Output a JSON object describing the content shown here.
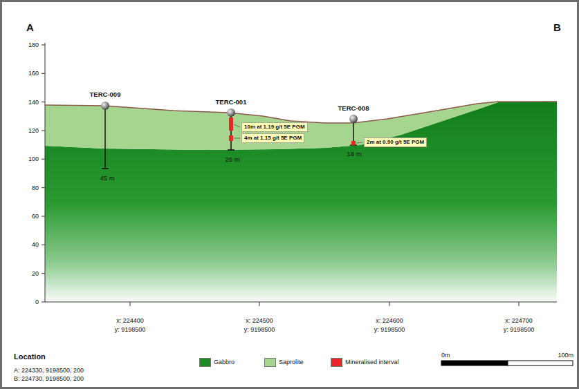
{
  "diagram": {
    "nodes": [
      {
        "text": [
          "10m at 1.19 g/t 5E PGM"
        ]
      },
      {
        "text": [
          "4m at 1.15 g/t 5E PGM"
        ]
      },
      {
        "text": [
          "2m at 0.90 g/t 5E PGM"
        ]
      }
    ],
    "labels": [
      "A",
      "B",
      "180",
      "160",
      "140",
      "120",
      "100",
      "80",
      "60",
      "40",
      "20",
      "0",
      "TERC-009",
      "45 m",
      "TERC-001",
      "26 m",
      "TERC-008",
      "18 m",
      "x: 224400",
      "y: 9198500",
      "x: 224500",
      "y: 9198500",
      "x: 224600",
      "y: 9198500",
      "x: 224700",
      "y: 9198500",
      "Location",
      "A: 224330, 9198500, 200",
      "B: 224730, 9198500, 200",
      "0m",
      "100m"
    ],
    "legend": [
      {
        "text": "Gabbro",
        "color": "#1d8a22"
      },
      {
        "text": "Saprolite",
        "color": "#a6d58f"
      },
      {
        "text": "Mineralised interval",
        "color": "#e8262a"
      }
    ]
  }
}
